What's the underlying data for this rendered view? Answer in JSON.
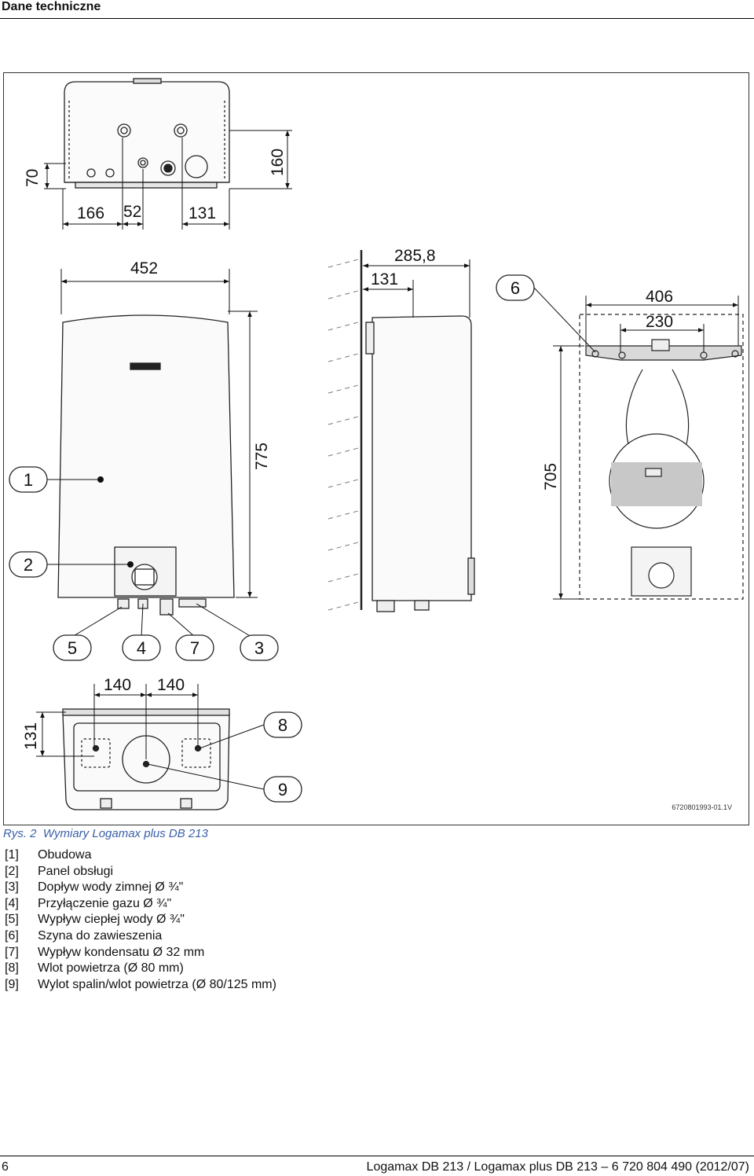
{
  "header": {
    "title": "Dane techniczne"
  },
  "figure": {
    "doc_id": "6720801993-01.1V",
    "dimensions": {
      "d70": "70",
      "d160": "160",
      "d166": "166",
      "d52": "52",
      "d131_top": "131",
      "d452": "452",
      "d775": "775",
      "d285": "285,8",
      "d131_side": "131",
      "d406": "406",
      "d230": "230",
      "d705": "705",
      "d140a": "140",
      "d140b": "140",
      "d131_bottom": "131"
    },
    "callouts": [
      "1",
      "2",
      "3",
      "4",
      "5",
      "6",
      "7",
      "8",
      "9"
    ]
  },
  "caption": {
    "prefix": "Rys. 2",
    "text": "Wymiary Logamax plus DB 213"
  },
  "legend": [
    {
      "num": "[1]",
      "text": "Obudowa"
    },
    {
      "num": "[2]",
      "text": "Panel obsługi"
    },
    {
      "num": "[3]",
      "text": "Dopływ wody zimnej Ø ¾\""
    },
    {
      "num": "[4]",
      "text": "Przyłączenie gazu Ø ¾\""
    },
    {
      "num": "[5]",
      "text": "Wypływ ciepłej wody Ø ¾\""
    },
    {
      "num": "[6]",
      "text": "Szyna do zawieszenia"
    },
    {
      "num": "[7]",
      "text": "Wypływ kondensatu Ø 32 mm"
    },
    {
      "num": "[8]",
      "text": "Wlot powietrza (Ø 80 mm)"
    },
    {
      "num": "[9]",
      "text": "Wylot spalin/wlot powietrza (Ø 80/125 mm)"
    }
  ],
  "footer": {
    "page_number": "6",
    "text": "Logamax DB 213 / Logamax plus DB 213 – 6 720 804 490 (2012/07)"
  }
}
